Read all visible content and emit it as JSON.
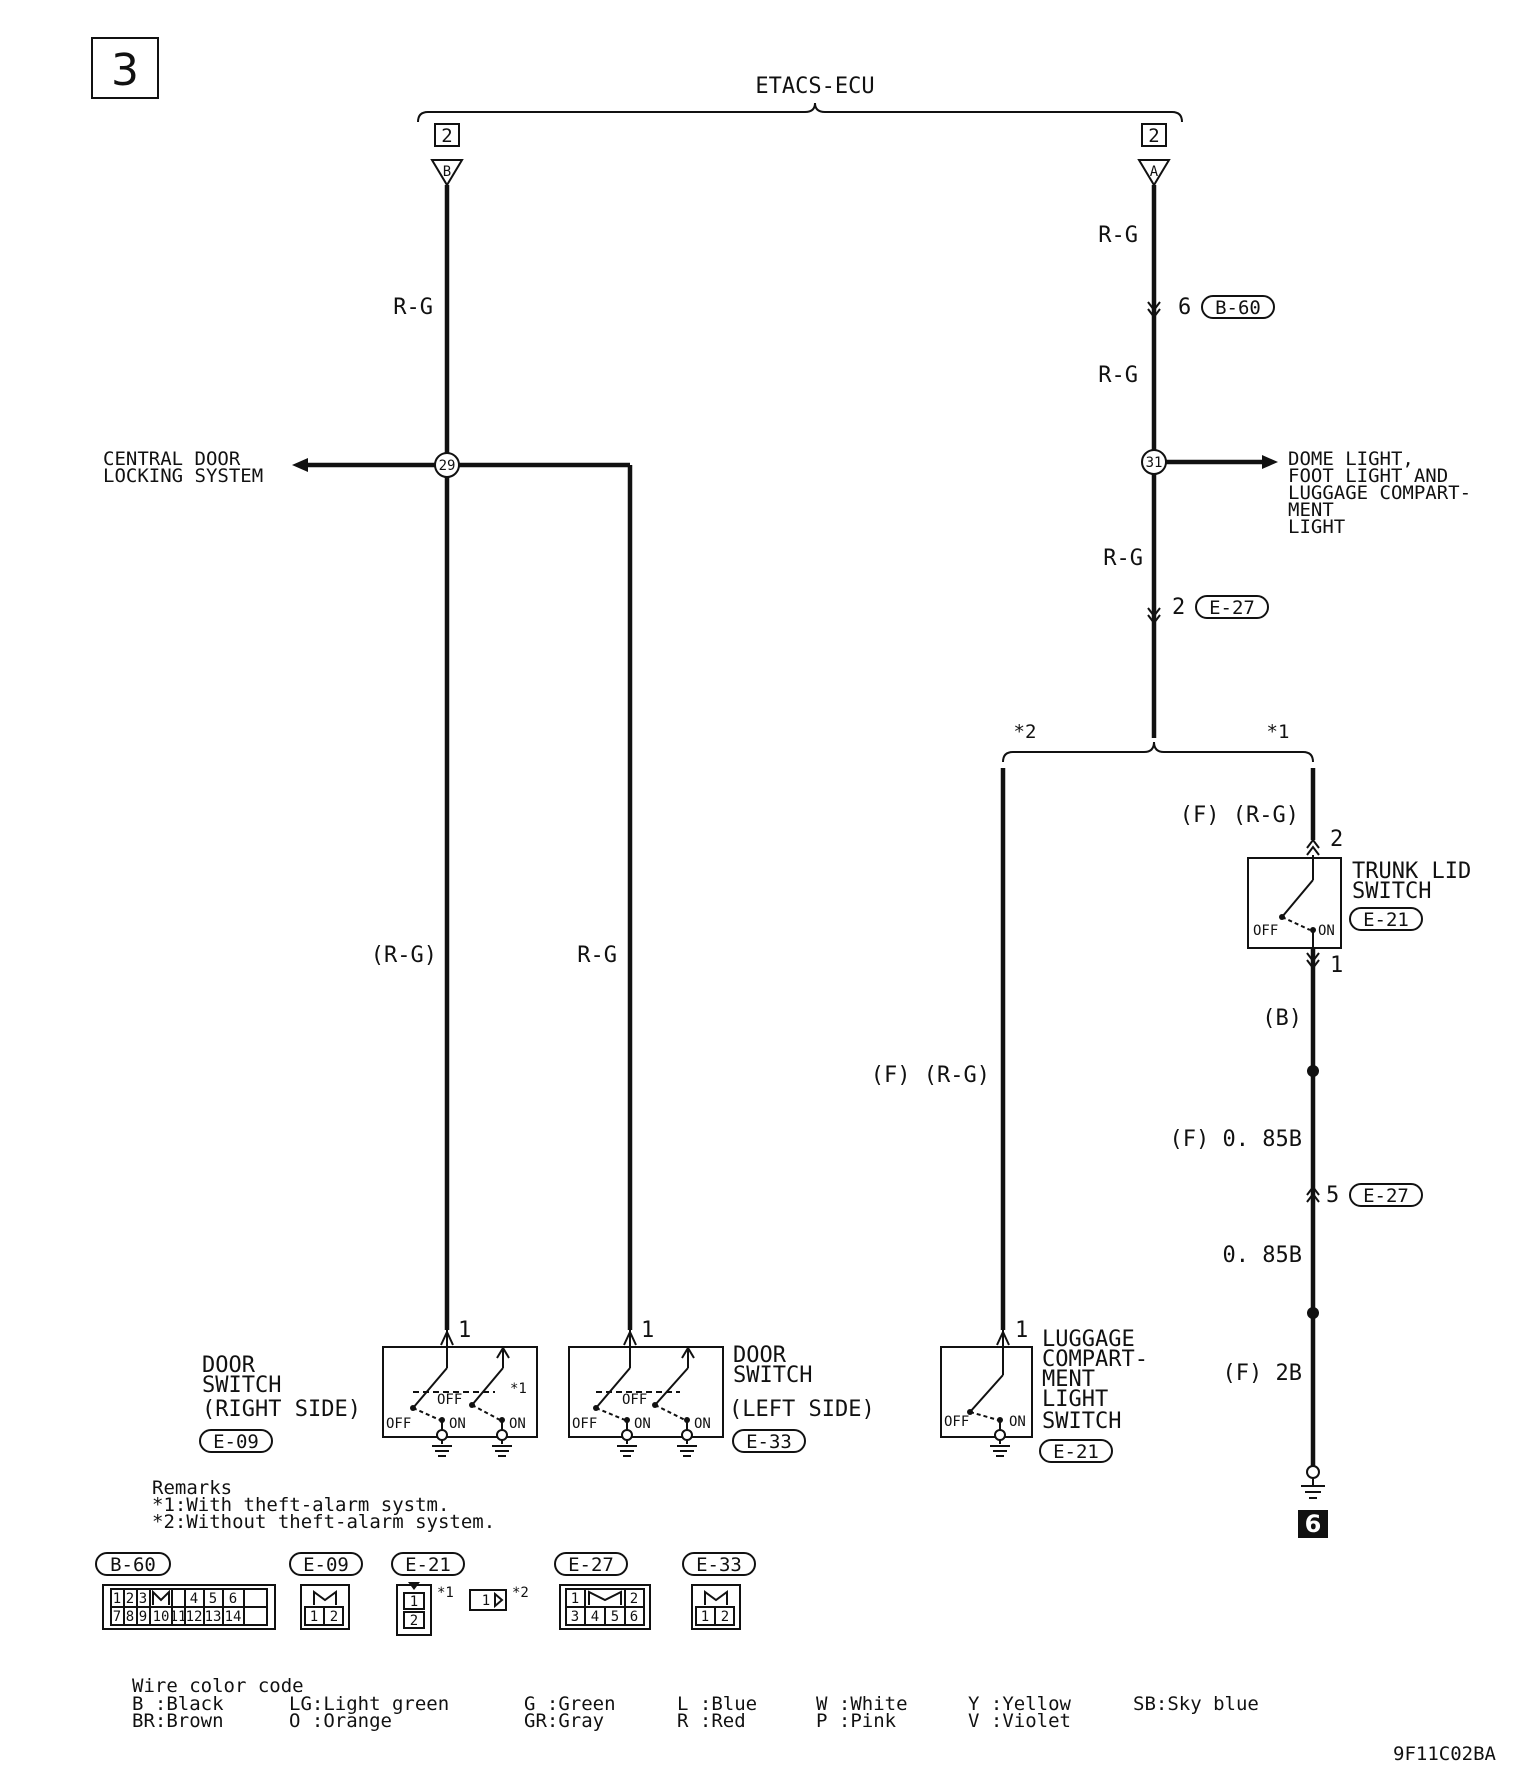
{
  "page_label": "3",
  "ecu_label": "ETACS-ECU",
  "connector_num": "2",
  "terminal_b": "B",
  "terminal_a": "A",
  "wires": {
    "left_top": "R-G",
    "right_top": "R-G",
    "right_mid": "R-G",
    "right_low": "R-G",
    "door_right": "(R-G)",
    "door_left": "R-G",
    "luggage": "(F) (R-G)",
    "trunk_top": "(F) (R-G)",
    "trunk_b": "(B)",
    "f085b": "(F) 0. 85B",
    "b085": "0. 85B",
    "f2b": "(F) 2B"
  },
  "junctions": {
    "left": "29",
    "right": "31"
  },
  "connectors": {
    "b60_pin": "6",
    "b60": "B-60",
    "e27_pin_a": "2",
    "e27": "E-27",
    "e27_pin_b": "5",
    "e09": "E-09",
    "e33": "E-33",
    "e21": "E-21"
  },
  "side_labels": {
    "central_1": "CENTRAL DOOR",
    "central_2": "LOCKING SYSTEM",
    "dome_1": "DOME LIGHT,",
    "dome_2": "FOOT LIGHT AND",
    "dome_3": "LUGGAGE COMPART-",
    "dome_4": "MENT",
    "dome_5": "LIGHT"
  },
  "branch": {
    "star2": "*2",
    "star1": "*1"
  },
  "components": {
    "door_right": {
      "l1": "DOOR",
      "l2": "SWITCH",
      "l3": "(RIGHT SIDE)",
      "pin": "1"
    },
    "door_left": {
      "l1": "DOOR",
      "l2": "SWITCH",
      "l3": "(LEFT SIDE)",
      "pin": "1"
    },
    "luggage": {
      "l1": "LUGGAGE",
      "l2": "COMPART-",
      "l3": "MENT",
      "l4": "LIGHT",
      "l5": "SWITCH",
      "pin": "1"
    },
    "trunk": {
      "l1": "TRUNK LID",
      "l2": "SWITCH",
      "pin_top": "2",
      "pin_bot": "1"
    }
  },
  "switch_states": {
    "off": "OFF",
    "on": "ON",
    "star1": "*1"
  },
  "ground_ref": "6",
  "remarks": {
    "title": "Remarks",
    "r1": "*1:With theft-alarm systm.",
    "r2": "*2:Without theft-alarm system."
  },
  "connector_views": {
    "b60": {
      "label": "B-60",
      "row1": [
        "1",
        "2",
        "3",
        "",
        "4",
        "5",
        "6"
      ],
      "row2": [
        "7",
        "8",
        "9",
        "10",
        "11",
        "12",
        "13",
        "14"
      ]
    },
    "e09": {
      "label": "E-09",
      "row": [
        "1",
        "2"
      ]
    },
    "e21": {
      "label": "E-21",
      "pin1": "1",
      "pin2": "2",
      "star1": "*1",
      "single": "1",
      "star2": "*2"
    },
    "e27": {
      "label": "E-27",
      "row1": [
        "1",
        "",
        "2"
      ],
      "row2": [
        "3",
        "4",
        "5",
        "6"
      ]
    },
    "e33": {
      "label": "E-33",
      "row": [
        "1",
        "2"
      ]
    }
  },
  "wire_code": {
    "title": "Wire color code",
    "items": [
      "B :Black",
      "BR:Brown",
      "LG:Light green",
      "O :Orange",
      "G :Green",
      "GR:Gray",
      "L :Blue",
      "R :Red",
      "W :White",
      "P :Pink",
      "Y :Yellow",
      "V :Violet",
      "SB:Sky blue"
    ]
  },
  "figure_id": "9F11C02BA"
}
